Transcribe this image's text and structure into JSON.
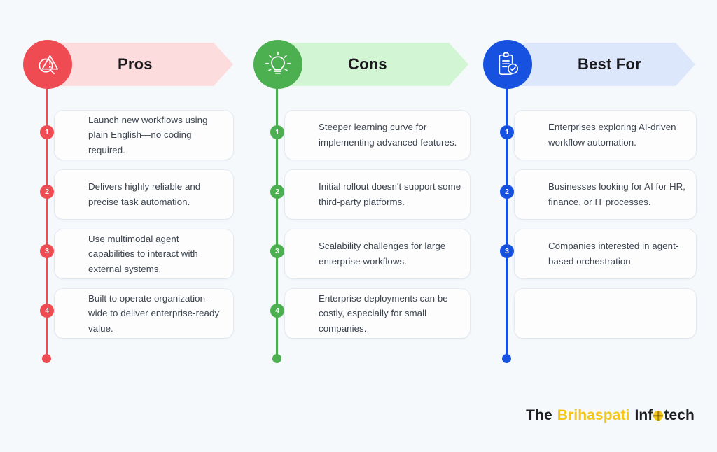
{
  "page": {
    "background_color": "#f5f9fc"
  },
  "columns": [
    {
      "key": "pros",
      "title": "Pros",
      "icon": "magnifier-warning-icon",
      "accent_color": "#ef4b53",
      "banner_color": "#fcdcdd",
      "items": [
        {
          "number": "1",
          "text": "Launch new workflows using plain English—no coding required."
        },
        {
          "number": "2",
          "text": "Delivers highly reliable and precise task automation."
        },
        {
          "number": "3",
          "text": "Use multimodal agent capabilities to interact with external systems."
        },
        {
          "number": "4",
          "text": "Built to operate organization-wide to deliver enterprise-ready value."
        }
      ]
    },
    {
      "key": "cons",
      "title": "Cons",
      "icon": "lightbulb-icon",
      "accent_color": "#4caf50",
      "banner_color": "#d2f5d3",
      "items": [
        {
          "number": "1",
          "text": "Steeper learning curve for implementing advanced features."
        },
        {
          "number": "2",
          "text": "Initial rollout doesn't support some third-party platforms."
        },
        {
          "number": "3",
          "text": "Scalability challenges for large enterprise workflows."
        },
        {
          "number": "4",
          "text": "Enterprise deployments can be costly, especially for small companies."
        }
      ]
    },
    {
      "key": "best-for",
      "title": "Best For",
      "icon": "clipboard-check-icon",
      "accent_color": "#1651e0",
      "banner_color": "#dde7fb",
      "items": [
        {
          "number": "1",
          "text": "Enterprises exploring AI-driven workflow automation."
        },
        {
          "number": "2",
          "text": "Businesses looking for AI for HR, finance, or IT processes."
        },
        {
          "number": "3",
          "text": "Companies interested in agent-based orchestration."
        },
        {
          "number": "",
          "text": ""
        }
      ]
    }
  ],
  "footer": {
    "logo": {
      "word1": "The",
      "word2": "Brihaspati",
      "word3_prefix": "Inf",
      "icon": "globe-icon",
      "word3_suffix": "tech",
      "brand_color": "#f5c518",
      "text_color": "#1d1d22"
    }
  }
}
